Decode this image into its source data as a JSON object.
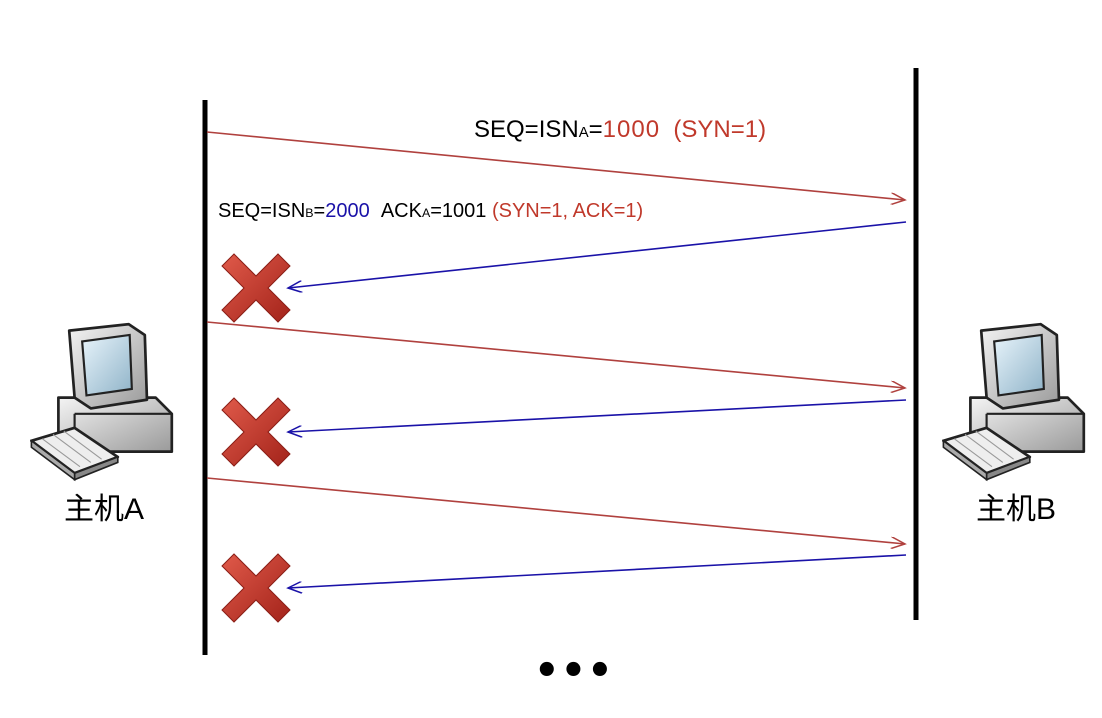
{
  "hosts": {
    "a": {
      "label": "主机A"
    },
    "b": {
      "label": "主机B"
    }
  },
  "messages": {
    "syn": {
      "seq_prefix": "SEQ=ISN",
      "seq_sub": "A",
      "eq": "=",
      "seq_value": "1000",
      "flags": "(SYN=1)"
    },
    "syn_ack": {
      "seq_prefix": "SEQ=ISN",
      "seq_sub": "B",
      "eq": "=",
      "seq_value": "2000",
      "ack_prefix": "ACK",
      "ack_sub": "A",
      "ack_value": "=1001",
      "flags": "(SYN=1,  ACK=1)"
    }
  },
  "ellipsis": "•••",
  "colors": {
    "request_arrow": "#b0413e",
    "response_arrow": "#1a12a8",
    "timeline": "#000000",
    "lost_mark": "#c0392b",
    "seq_value_a": "#c0392b",
    "seq_value_b": "#1a12a8",
    "flags": "#c0392b"
  },
  "icons": {
    "host_a": "desktop-computer-icon",
    "host_b": "desktop-computer-icon",
    "lost": "red-x-icon"
  }
}
